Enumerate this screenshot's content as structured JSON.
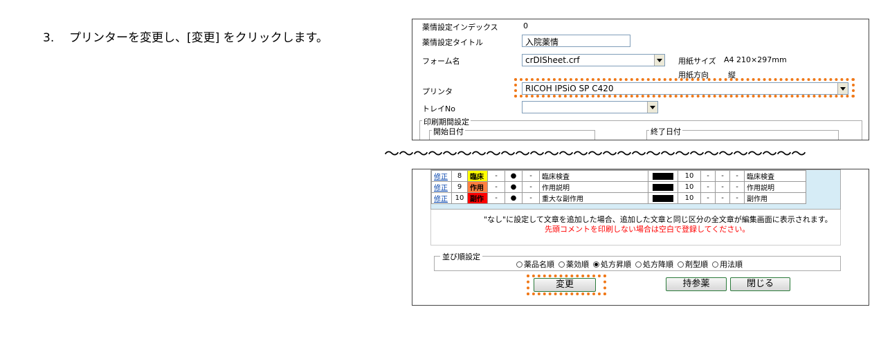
{
  "instruction": {
    "number": "3.",
    "text": "プリンターを変更し、[変更] をクリックします。"
  },
  "top_panel": {
    "index_label": "薬情設定インデックス",
    "index_value": "0",
    "title_label": "薬情設定タイトル",
    "title_value": "入院薬情",
    "form_label": "フォーム名",
    "form_value": "crDISheet.crf",
    "paper_size_label": "用紙サイズ",
    "paper_size_value": "A4 210×297mm",
    "paper_dir_label": "用紙方向",
    "paper_dir_value": "縦",
    "printer_label": "プリンタ",
    "printer_value": "RICOH IPSiO SP C420",
    "tray_label": "トレイNo",
    "tray_value": "",
    "print_period_label": "印刷期間設定",
    "start_date_label": "開始日付",
    "end_date_label": "終了日付"
  },
  "separator": "～～～～～～～～～～～～～～～～～～～～～～～～～～～～～",
  "table": {
    "rows": [
      {
        "edit": "修正",
        "no": "8",
        "cat": "臨床",
        "cat_color": "#ffff00",
        "c1": "-",
        "c2": "●",
        "c3": "-",
        "name": "臨床検査",
        "size": "10",
        "d1": "-",
        "d2": "-",
        "d3": "-",
        "title": "臨床検査"
      },
      {
        "edit": "修正",
        "no": "9",
        "cat": "作用",
        "cat_color": "#ff8040",
        "c1": "-",
        "c2": "●",
        "c3": "-",
        "name": "作用説明",
        "size": "10",
        "d1": "-",
        "d2": "-",
        "d3": "-",
        "title": "作用説明"
      },
      {
        "edit": "修正",
        "no": "10",
        "cat": "副作",
        "cat_color": "#ff0000",
        "c1": "-",
        "c2": "●",
        "c3": "-",
        "name": "重大な副作用",
        "size": "10",
        "d1": "-",
        "d2": "-",
        "d3": "-",
        "title": "副作用"
      }
    ]
  },
  "note_black": "\"なし\"に設定して文章を追加した場合、追加した文章と同じ区分の全文章が編集画面に表示されます。",
  "note_red": "先頭コメントを印刷しない場合は空白で登録してください。",
  "sort": {
    "label": "並び順設定",
    "options": [
      "薬品名順",
      "薬効順",
      "処方昇順",
      "処方降順",
      "剤型順",
      "用法順"
    ],
    "selected_index": 2
  },
  "buttons": {
    "change": "変更",
    "bring": "持参薬",
    "close": "閉じる"
  },
  "colors": {
    "highlight": "#f07818",
    "red_text": "#ff0000",
    "table_bg": "#d6ecf6"
  }
}
